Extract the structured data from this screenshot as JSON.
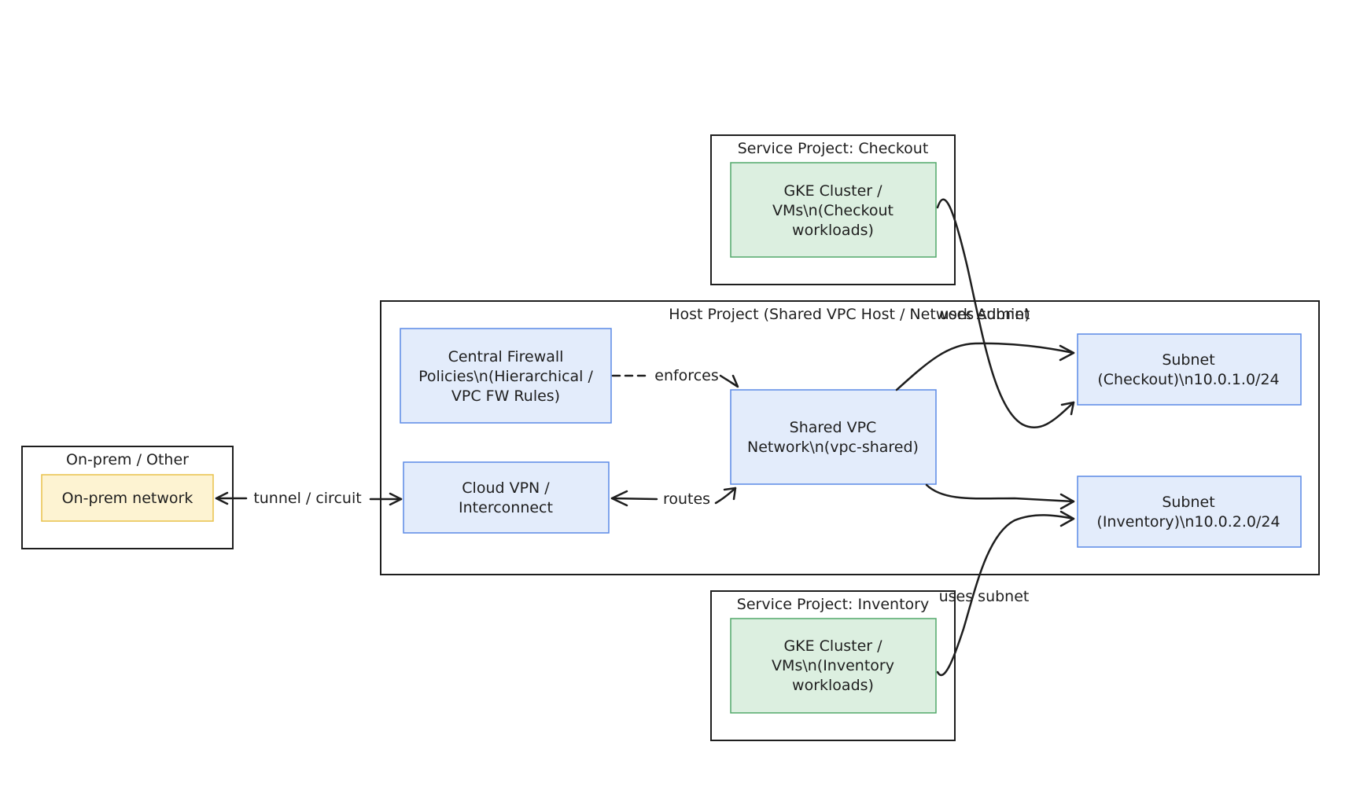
{
  "colors": {
    "stroke": "#1e1e1e",
    "blue_fill": "#e3ecfb",
    "blue_stroke": "#5b8ae6",
    "green_fill": "#dcefe0",
    "green_stroke": "#52a86a",
    "yellow_fill": "#fdf3d2",
    "yellow_stroke": "#e9c24b",
    "container_fill": "#ffffff"
  },
  "containers": {
    "service_checkout": {
      "title": "Service Project: Checkout"
    },
    "host_project": {
      "title": "Host Project (Shared VPC Host / Network Admin)"
    },
    "onprem": {
      "title": "On-prem / Other"
    },
    "service_inventory": {
      "title": "Service Project: Inventory"
    }
  },
  "nodes": {
    "gke_checkout": {
      "lines": [
        "GKE Cluster /",
        "VMs\\n(Checkout",
        "workloads)"
      ]
    },
    "firewall": {
      "lines": [
        "Central Firewall",
        "Policies\\n(Hierarchical /",
        "VPC FW Rules)"
      ]
    },
    "shared_vpc": {
      "lines": [
        "Shared VPC",
        "Network\\n(vpc-shared)"
      ]
    },
    "subnet_checkout": {
      "lines": [
        "Subnet",
        "(Checkout)\\n10.0.1.0/24"
      ]
    },
    "subnet_inventory": {
      "lines": [
        "Subnet",
        "(Inventory)\\n10.0.2.0/24"
      ]
    },
    "vpn": {
      "lines": [
        "Cloud VPN /",
        "Interconnect"
      ]
    },
    "onprem_network": {
      "lines": [
        "On-prem network"
      ]
    },
    "gke_inventory": {
      "lines": [
        "GKE Cluster /",
        "VMs\\n(Inventory",
        "workloads)"
      ]
    }
  },
  "edges": {
    "enforces": {
      "label": "enforces"
    },
    "routes": {
      "label": "routes"
    },
    "tunnel": {
      "label": "tunnel / circuit"
    },
    "checkout_uses_subnet": {
      "label": "uses subnet"
    },
    "inventory_uses_subnet": {
      "label": "uses subnet"
    }
  }
}
